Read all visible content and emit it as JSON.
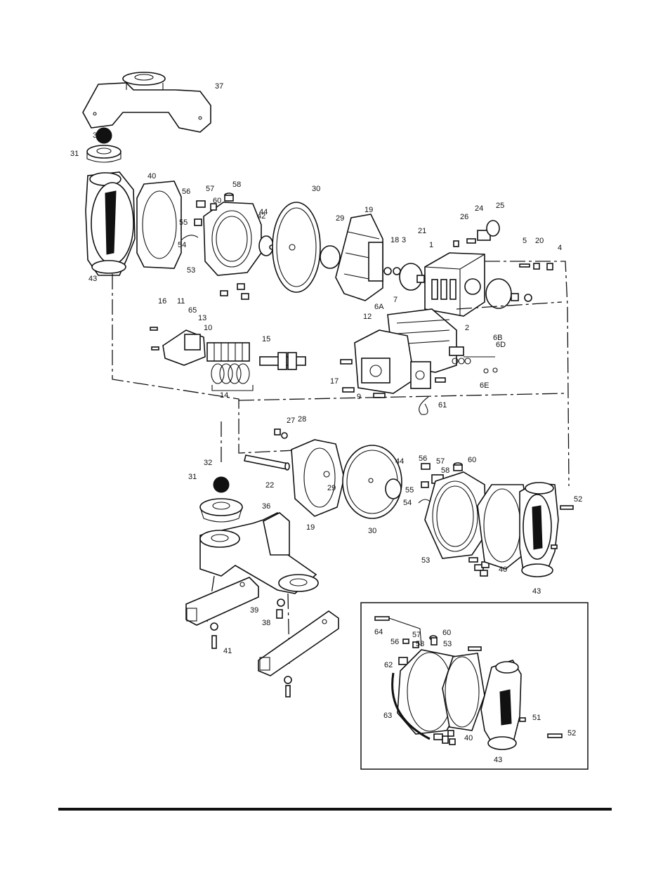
{
  "diagram": {
    "top_parts": [
      "37",
      "32",
      "31",
      "40",
      "43",
      "53",
      "54",
      "55",
      "56",
      "57",
      "58",
      "60",
      "44",
      "42",
      "30",
      "29",
      "19",
      "18",
      "3",
      "21",
      "1",
      "26",
      "24",
      "25",
      "5",
      "20",
      "4",
      "2",
      "16",
      "11",
      "65",
      "13",
      "10",
      "15",
      "14",
      "12",
      "6A",
      "7",
      "6B",
      "6D",
      "6E",
      "17",
      "9",
      "61"
    ],
    "bottom_parts": [
      "27",
      "28",
      "22",
      "19",
      "29",
      "30",
      "44",
      "56",
      "57",
      "60",
      "58",
      "55",
      "54",
      "53",
      "40",
      "43",
      "52",
      "32",
      "31",
      "36",
      "39",
      "38",
      "41"
    ],
    "inset_parts": [
      "64",
      "56",
      "57",
      "58",
      "60",
      "53",
      "62",
      "63",
      "40",
      "43",
      "51",
      "52"
    ]
  },
  "colors": {
    "ink": "#111111",
    "paper": "#ffffff"
  }
}
